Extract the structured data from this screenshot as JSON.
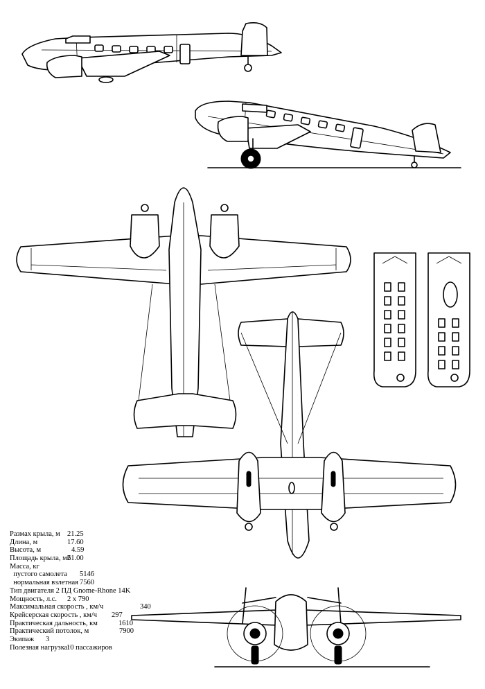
{
  "specs": [
    {
      "label": "Размах крыла, м",
      "value": "21.25"
    },
    {
      "label": "Длина, м",
      "value": "17.60"
    },
    {
      "label": "Высота, м",
      "value": "4.59"
    },
    {
      "label": "Площадь крыла, м2",
      "value": "61.00"
    },
    {
      "label": "Масса, кг",
      "value": ""
    },
    {
      "label": "  пустого самолета",
      "value": "5146"
    },
    {
      "label": "  нормальная взлетная",
      "value": "7560"
    },
    {
      "label": "Тип двигателя   2 ПД Gnome-Rhone 14K",
      "value": ""
    },
    {
      "label": "Мощность, л.с.",
      "value": "2 x 790"
    },
    {
      "label": "Максимальная скорость , км/ч",
      "value": "340"
    },
    {
      "label": "Крейсерская скорость , км/ч",
      "value": "297"
    },
    {
      "label": "Практическая дальность, км",
      "value": "1610"
    },
    {
      "label": "Практический потолок, м",
      "value": "7900"
    },
    {
      "label": "Экипаж",
      "value": "3"
    },
    {
      "label": "Полезная нагрузка:",
      "value": "10 пассажиров"
    }
  ]
}
